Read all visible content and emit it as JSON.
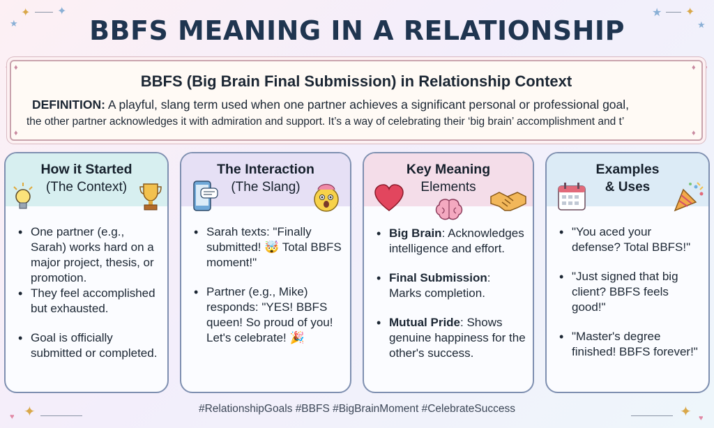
{
  "title": "BBFS MEANING IN A RELATIONSHIP",
  "definition": {
    "heading": "BBFS (Big Brain Final Submission) in Relationship Context",
    "label": "DEFINITION:",
    "line1": "A playful, slang term used when one partner achieves a significant personal or professional goal,",
    "line2": "the other partner acknowledges it with admiration and support. It’s a way of celebrating their ‘big brain’ accomplishment and t’"
  },
  "cards": [
    {
      "title": "How it Started",
      "subtitle": "(The Context)",
      "header_color": "#d7eff0",
      "icons": [
        "lightbulb-icon",
        "trophy-icon"
      ],
      "bullets": [
        "One partner (e.g., Sarah) works hard on a major project, thesis, or promotion.",
        "They feel accomplished but exhausted.",
        "Goal is officially submitted or completed."
      ]
    },
    {
      "title": "The Interaction",
      "subtitle": "(The Slang)",
      "header_color": "#e6e0f5",
      "icons": [
        "phone-chat-icon",
        "mind-blown-emoji-icon"
      ],
      "bullets": [
        "Sarah texts: \"Finally submitted! 🤯 Total BBFS moment!\"",
        "Partner (e.g., Mike) responds: \"YES! BBFS queen! So proud of you! Let's celebrate! 🎉"
      ]
    },
    {
      "title": "Key Meaning",
      "subtitle": "Elements",
      "header_color": "#f4dde9",
      "icons": [
        "heart-icon",
        "brain-icon",
        "handshake-icon"
      ],
      "items": [
        {
          "term": "Big Brain",
          "text": ": Acknowledges intelligence and effort."
        },
        {
          "term": "Final Submission",
          "text": ": Marks completion."
        },
        {
          "term": "Mutual Pride",
          "text": ": Shows genuine happiness for the other's success."
        }
      ]
    },
    {
      "title": "Examples",
      "subtitle": "& Uses",
      "header_color": "#dcebf6",
      "icons": [
        "calendar-icon",
        "party-popper-icon"
      ],
      "bullets": [
        "\"You aced your defense? Total BBFS!\"",
        "\"Just signed that big client? BBFS feels good!\"",
        "\"Master's degree finished! BBFS forever!\""
      ]
    }
  ],
  "hashtags": "#RelationshipGoals #BBFS #BigBrainMoment #CelebrateSuccess"
}
